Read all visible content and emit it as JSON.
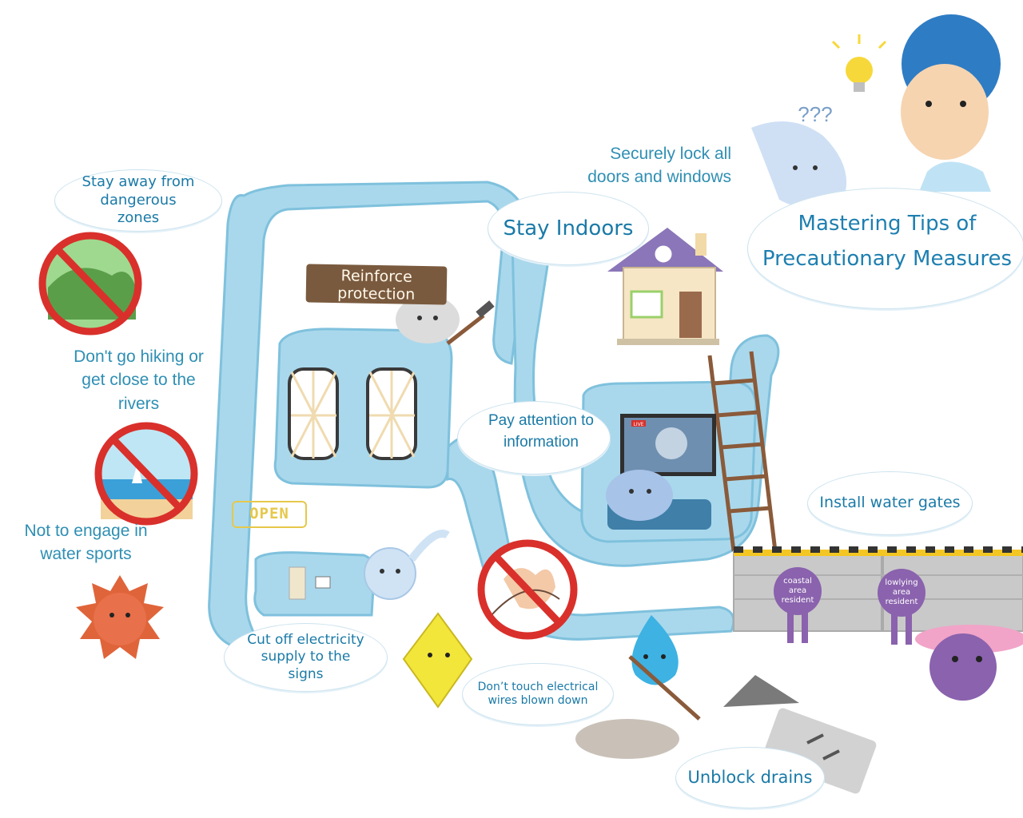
{
  "title": {
    "line1": "Mastering Tips of",
    "line2": "Precautionary Measures"
  },
  "tips": {
    "stay_away": "Stay away from dangerous zones",
    "hiking": "Don't go hiking or get close to the rivers",
    "water_sports": "Not to engage in water sports",
    "reinforce": "Reinforce protection",
    "cut_off": "Cut off electricity supply to the signs",
    "open_sign": "OPEN",
    "dont_touch": "Don’t touch electrical wires blown down",
    "stay_indoors": "Stay Indoors",
    "lock_doors": "Securely lock all doors and windows",
    "pay_attention": "Pay attention to information",
    "install_gates": "Install water gates",
    "unblock_drains": "Unblock drains",
    "question_marks": "???",
    "tv_live": "LIVE"
  },
  "residents": {
    "coastal": "coastal area resident",
    "lowlying": "lowlying area resident"
  },
  "icons": [
    "no-hiking-icon",
    "no-water-sports-icon",
    "no-touch-wires-icon",
    "typhoon-signal-icon",
    "lightbulb-icon",
    "house-icon",
    "tv-icon",
    "ladder-icon",
    "water-gate-icon"
  ],
  "colors": {
    "accent_blue": "#1e7fb0",
    "character_blue": "#a9d8ec",
    "prohibit_red": "#d9302b",
    "gate_grey": "#c9c9c9"
  }
}
